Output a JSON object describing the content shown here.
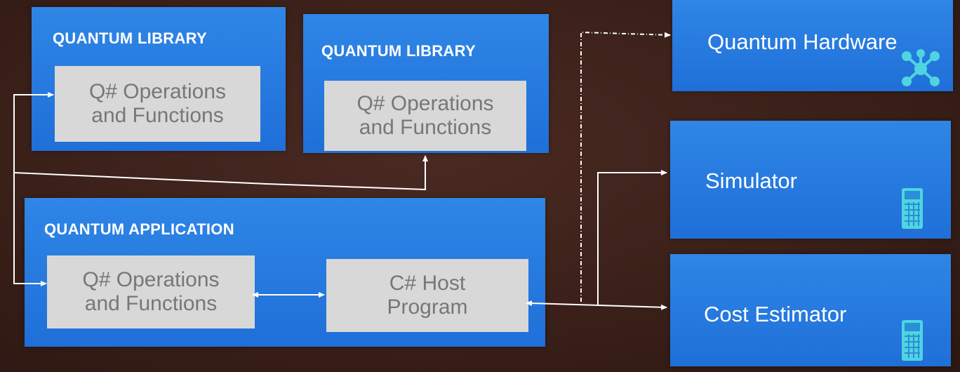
{
  "libraries": [
    {
      "title": "QUANTUM LIBRARY",
      "inner": "Q# Operations\nand Functions"
    },
    {
      "title": "QUANTUM LIBRARY",
      "inner": "Q# Operations\nand Functions"
    }
  ],
  "application": {
    "title": "QUANTUM APPLICATION",
    "operations": "Q# Operations\nand Functions",
    "host": "C# Host\nProgram"
  },
  "targets": [
    {
      "label": "Quantum Hardware",
      "icon": "network-node-icon"
    },
    {
      "label": "Simulator",
      "icon": "calculator-icon"
    },
    {
      "label": "Cost Estimator",
      "icon": "calculator-icon"
    }
  ],
  "colors": {
    "box_blue": "#1f6fd8",
    "inner_gray": "#d8d8d8",
    "background": "#3a2019",
    "icon_cyan": "#4fd4e0"
  }
}
